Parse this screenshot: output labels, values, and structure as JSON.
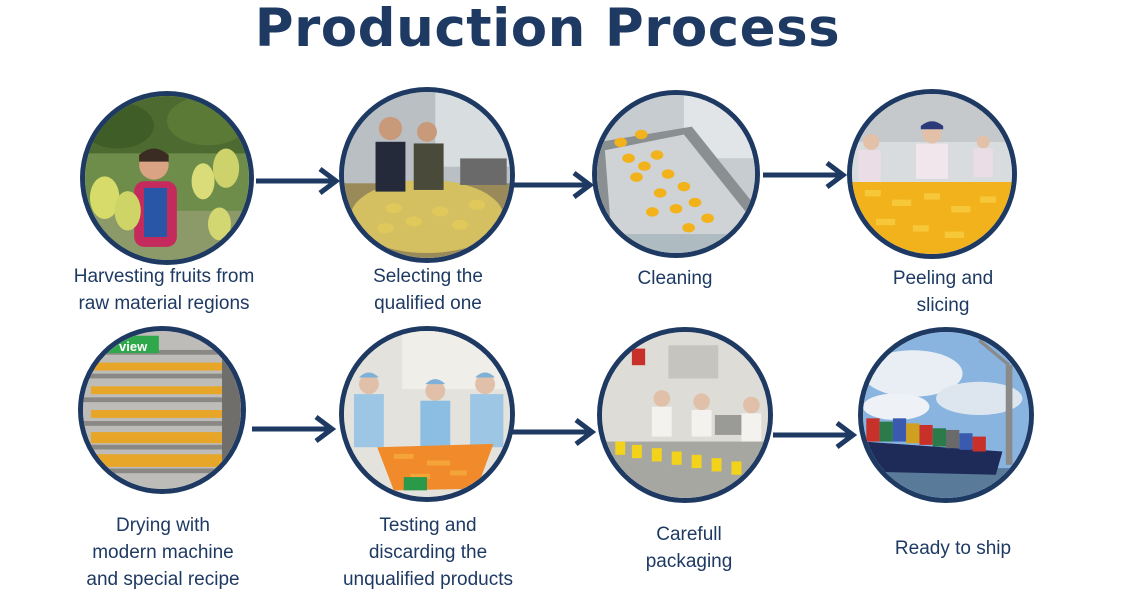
{
  "title": "Production Process",
  "steps": [
    {
      "line1": "Harvesting fruits from",
      "line2": "raw material regions",
      "line3": ""
    },
    {
      "line1": "Selecting the",
      "line2": "qualified one",
      "line3": ""
    },
    {
      "line1": "Cleaning",
      "line2": "",
      "line3": ""
    },
    {
      "line1": "Peeling and",
      "line2": "slicing",
      "line3": ""
    },
    {
      "line1": "Drying with",
      "line2": "modern machine",
      "line3": "and special recipe"
    },
    {
      "line1": "Testing and",
      "line2": "discarding the",
      "line3": "unqualified products"
    },
    {
      "line1": "Carefull",
      "line2": "packaging",
      "line3": ""
    },
    {
      "line1": "Ready to ship",
      "line2": "",
      "line3": ""
    }
  ],
  "badge": "view",
  "colors": {
    "navy": "#1e3a63",
    "mango": "#f2b21b"
  }
}
